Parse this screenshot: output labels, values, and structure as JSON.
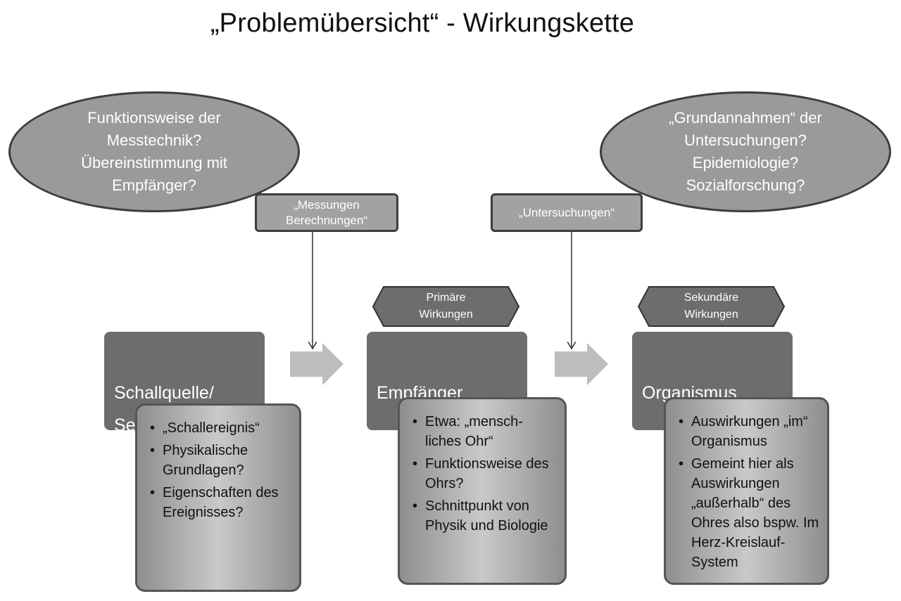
{
  "title": "„Problemübersicht“ - Wirkungskette",
  "ellipses": {
    "left": "Funktionsweise der\nMesstechnik?\nÜbereinstimmung mit\nEmpfänger?",
    "right": "„Grundannahmen“ der\nUntersuchungen?\nEpidemiologie?\nSozialforschung?"
  },
  "tags": {
    "messungen": "„Messungen\nBerechnungen“",
    "untersuchungen": "„Untersuchungen“"
  },
  "hex_labels": {
    "primary": "Primäre\nWirkungen",
    "secondary": "Sekundäre\nWirkungen"
  },
  "boxes": [
    {
      "title": "Schallquelle/\nSender",
      "bullets": [
        "„Schallereignis“",
        "Physikalische Grundlagen?",
        "Eigenschaften des Ereignisses?"
      ]
    },
    {
      "title": "Empfänger",
      "bullets": [
        "Etwa: „mensch-liches Ohr“",
        "Funktionsweise des Ohrs?",
        "Schnittpunkt von Physik und Biologie"
      ]
    },
    {
      "title": "Organismus",
      "bullets": [
        "Auswirkungen „im“ Organismus",
        "Gemeint hier als Auswirkungen „außerhalb“ des Ohres also bspw. Im Herz-Kreislauf-System"
      ]
    }
  ],
  "colors": {
    "ellipse_fill": "#9a9a9a",
    "main_box_fill": "#6d6d6d",
    "arrow_fill": "#bdbdbd",
    "hexagon_fill": "#6d6d6d"
  }
}
